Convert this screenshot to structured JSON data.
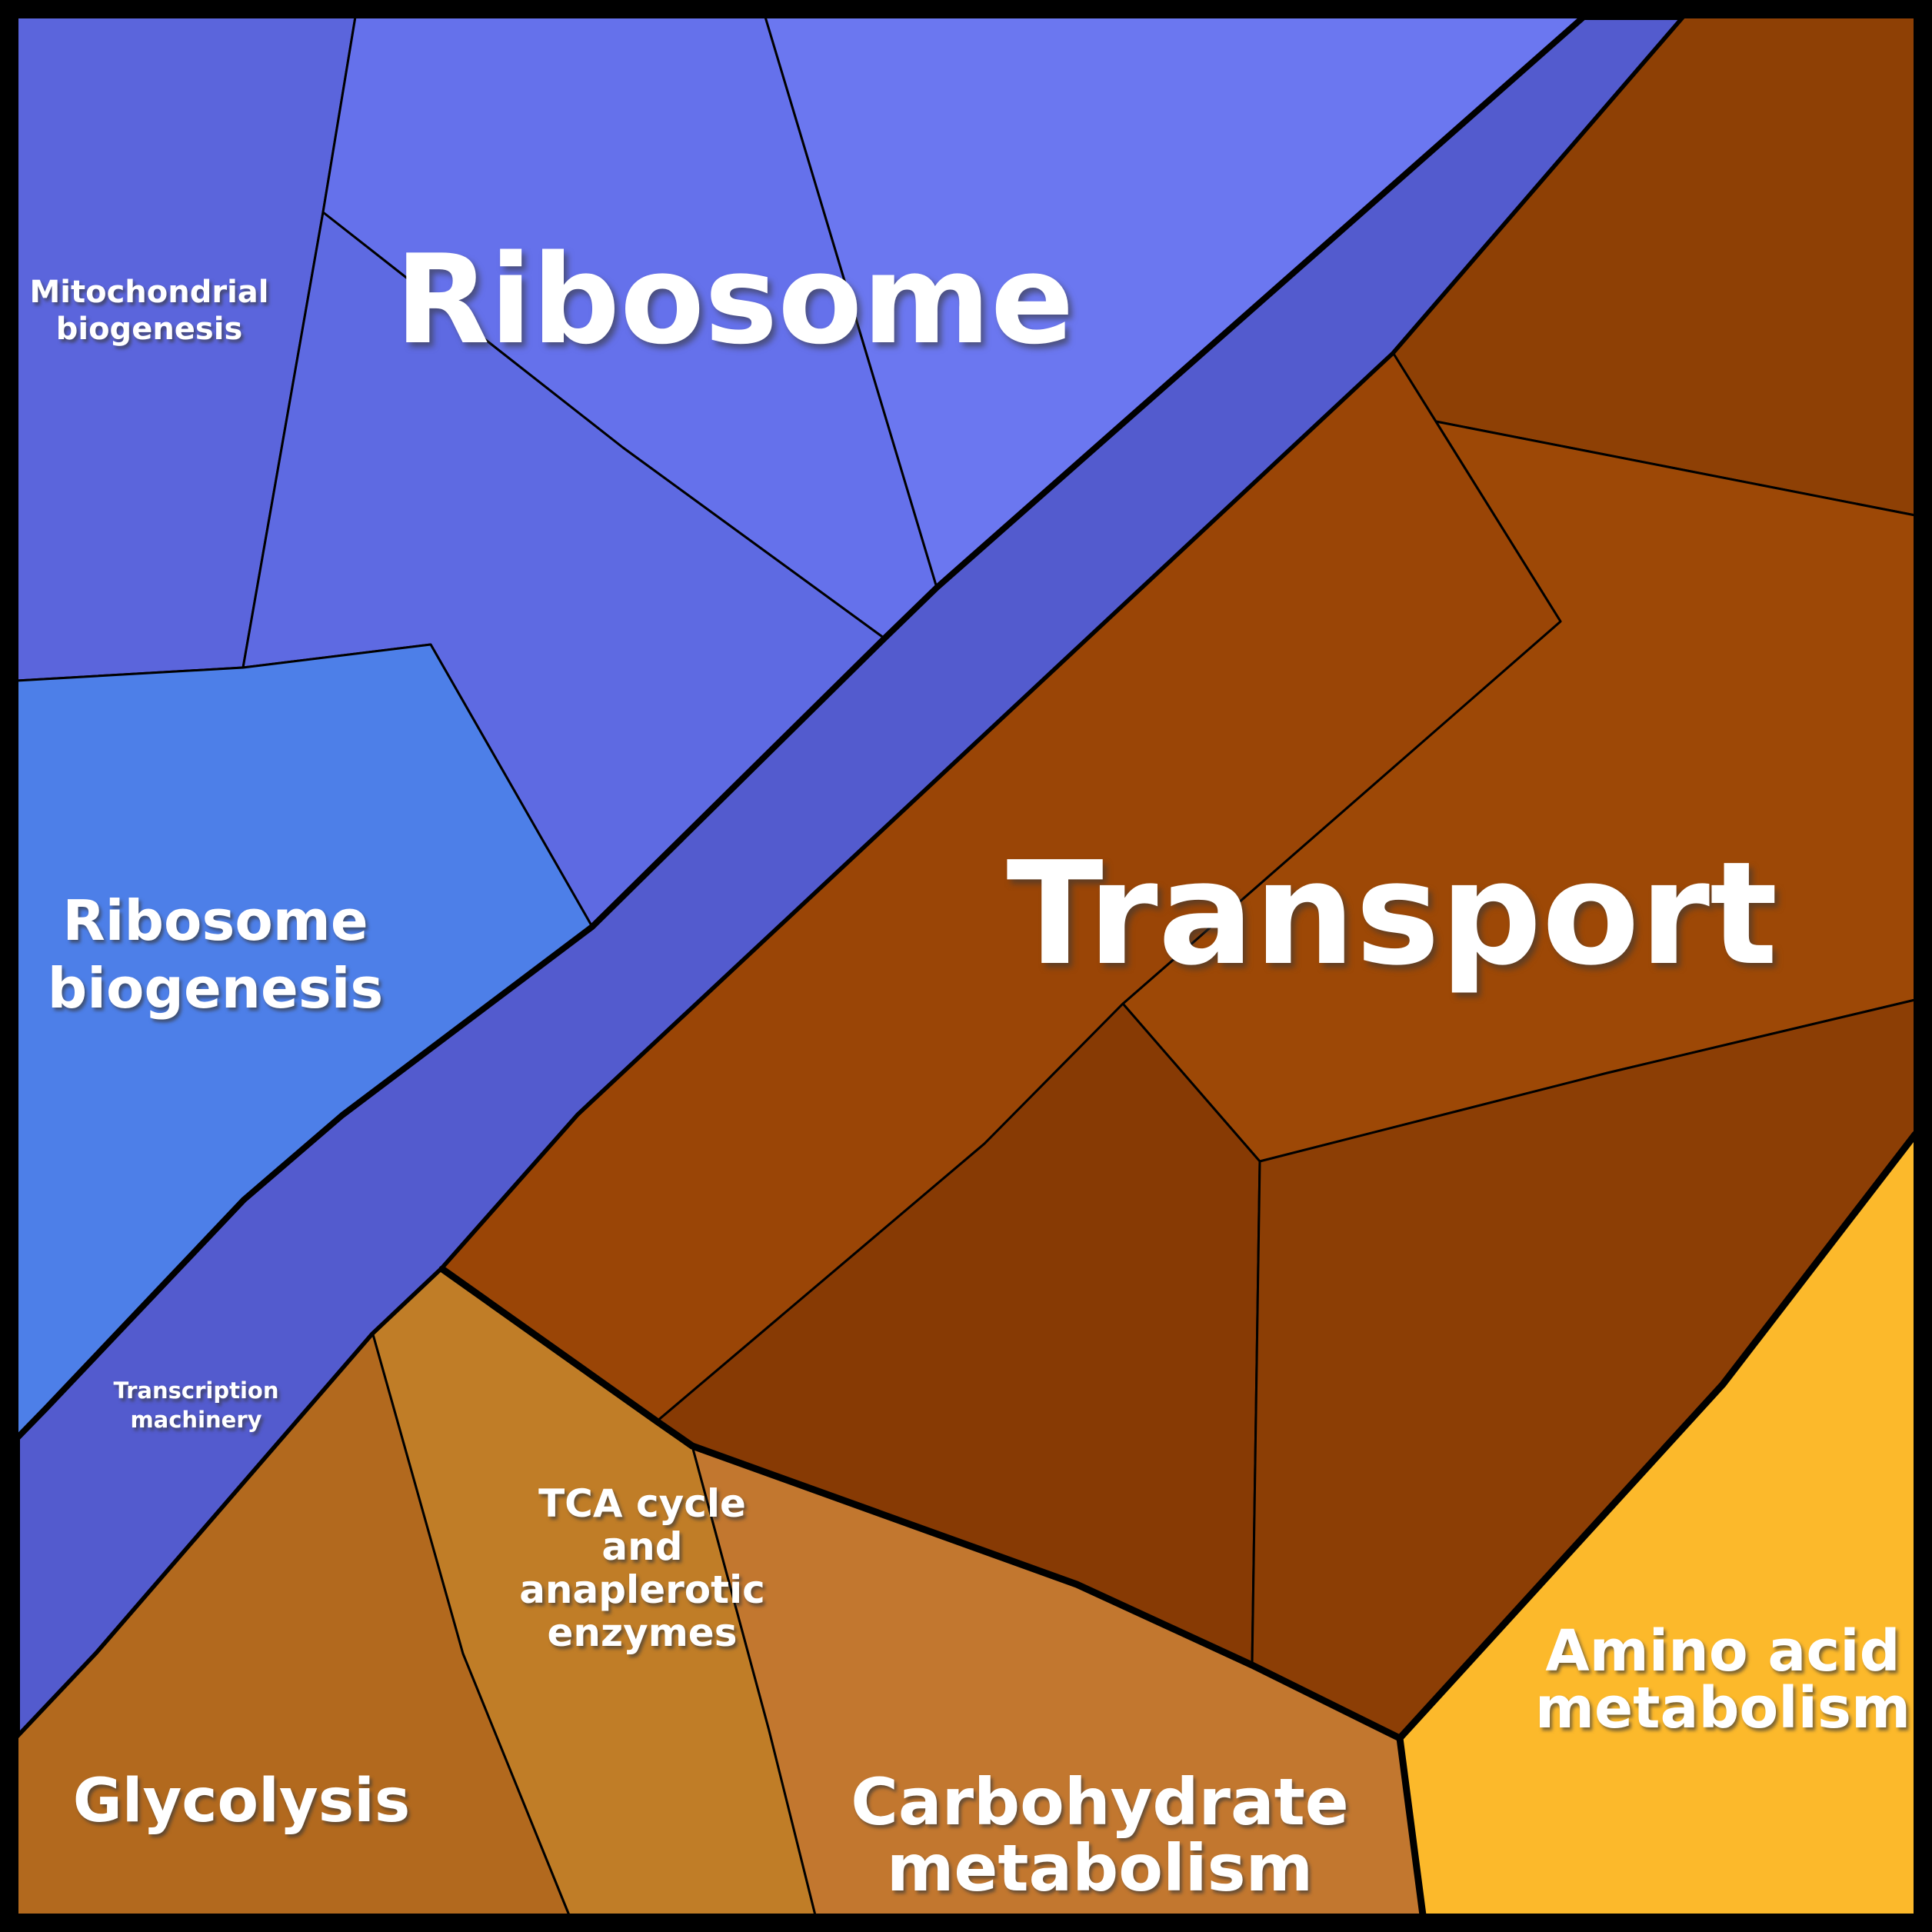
{
  "figure": {
    "kind": "voronoi-treemap",
    "description": "Polygonal treemap of functional gene/protein categories",
    "background_color": "#000000",
    "cell_border_color": "#000000",
    "label_color": "#FFFFFF"
  },
  "chart_data": {
    "type": "treemap",
    "subtype": "voronoi",
    "title": "",
    "legend": "none",
    "axes": "none",
    "cells": [
      {
        "id": "mitochondrial-biogenesis",
        "label": "Mitochondrial biogenesis",
        "label_lines": [
          "Mitochondrial",
          "biogenesis"
        ],
        "color": "#5b65dc",
        "color_group": "blue",
        "approx_area_pct": 5
      },
      {
        "id": "ribosome",
        "label": "Ribosome",
        "label_lines": [
          "Ribosome"
        ],
        "color": "#6571eb",
        "color_group": "blue",
        "approx_area_pct": 6
      },
      {
        "id": "ribosome-upper-right",
        "label": "",
        "label_lines": [],
        "color": "#6b77f0",
        "color_group": "blue",
        "approx_area_pct": 6
      },
      {
        "id": "ribosome-lower",
        "label": "",
        "label_lines": [],
        "color": "#5e6ae2",
        "color_group": "blue",
        "approx_area_pct": 4
      },
      {
        "id": "ribosome-biogenesis",
        "label": "Ribosome biogenesis",
        "label_lines": [
          "Ribosome",
          "biogenesis"
        ],
        "color": "#4d7fe8",
        "color_group": "blue",
        "approx_area_pct": 9
      },
      {
        "id": "transcription-machinery",
        "label": "Transcription machinery",
        "label_lines": [
          "Transcription",
          "machinery"
        ],
        "color": "#535bce",
        "color_group": "blue",
        "approx_area_pct": 7
      },
      {
        "id": "transport-upper-right",
        "label": "",
        "label_lines": [],
        "color": "#8e4005",
        "color_group": "brown",
        "approx_area_pct": 3
      },
      {
        "id": "transport",
        "label": "Transport",
        "label_lines": [
          "Transport"
        ],
        "color": "#9d4806",
        "color_group": "brown",
        "approx_area_pct": 12
      },
      {
        "id": "transport-west",
        "label": "",
        "label_lines": [],
        "color": "#9a4506",
        "color_group": "brown",
        "approx_area_pct": 12
      },
      {
        "id": "transport-south",
        "label": "",
        "label_lines": [],
        "color": "#873a04",
        "color_group": "brown",
        "approx_area_pct": 7
      },
      {
        "id": "transport-southeast",
        "label": "",
        "label_lines": [],
        "color": "#8c3e05",
        "color_group": "brown",
        "approx_area_pct": 9
      },
      {
        "id": "glycolysis",
        "label": "Glycolysis",
        "label_lines": [
          "Glycolysis"
        ],
        "color": "#b2691e",
        "color_group": "orange",
        "approx_area_pct": 4
      },
      {
        "id": "tca-cycle-and-anaplerotic-enzymes",
        "label": "TCA cycle and anaplerotic enzymes",
        "label_lines": [
          "TCA cycle",
          "and",
          "anaplerotic",
          "enzymes"
        ],
        "color": "#c07d27",
        "color_group": "orange",
        "approx_area_pct": 5
      },
      {
        "id": "carbohydrate-metabolism",
        "label": "Carbohydrate metabolism",
        "label_lines": [
          "Carbohydrate",
          "metabolism"
        ],
        "color": "#c2772f",
        "color_group": "orange",
        "approx_area_pct": 5
      },
      {
        "id": "amino-acid-metabolism",
        "label": "Amino acid metabolism",
        "label_lines": [
          "Amino acid",
          "metabolism"
        ],
        "color": "#fcb92b",
        "color_group": "yellow",
        "approx_area_pct": 6
      }
    ]
  }
}
